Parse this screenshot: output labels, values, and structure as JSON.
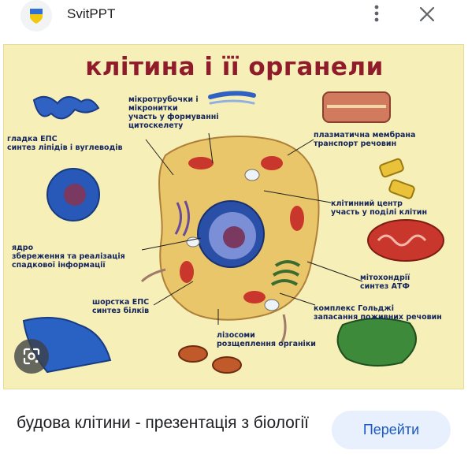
{
  "header": {
    "site_name": "SvitPPT",
    "favicon_icon": "ukraine-flag-shield-icon",
    "more_icon": "more-vert-icon",
    "close_icon": "close-icon"
  },
  "poster": {
    "title": "клітина і її органели",
    "labels": {
      "microtubules": [
        "мікротрубочки і",
        "мікронитки",
        "участь у формуванні",
        "цитоскелету"
      ],
      "smooth_er": [
        "гладка ЕПС",
        "синтез ліпідів і вуглеводів"
      ],
      "membrane": [
        "плазматична мембрана",
        "транспорт речовин"
      ],
      "centrosome": [
        "клітинний центр",
        "участь у поділі клітин"
      ],
      "nucleus": [
        "ядро",
        "збереження та реалізація",
        "спадкової інформації"
      ],
      "mitochondria": [
        "мітохондрії",
        "синтез АТФ"
      ],
      "rough_er": [
        "шорстка ЕПС",
        "синтез білків"
      ],
      "golgi": [
        "комплекс Гольджі",
        "запасання поживних речовин"
      ],
      "lysosomes": [
        "лізосоми",
        "розщеплення органіки"
      ]
    },
    "colors": {
      "background": "#f6efb8",
      "title": "#8f1b2b",
      "labels": "#13245c"
    }
  },
  "lens_icon": "google-lens-icon",
  "caption": "будова клітини - презентація з біології",
  "visit_button": "Перейти"
}
